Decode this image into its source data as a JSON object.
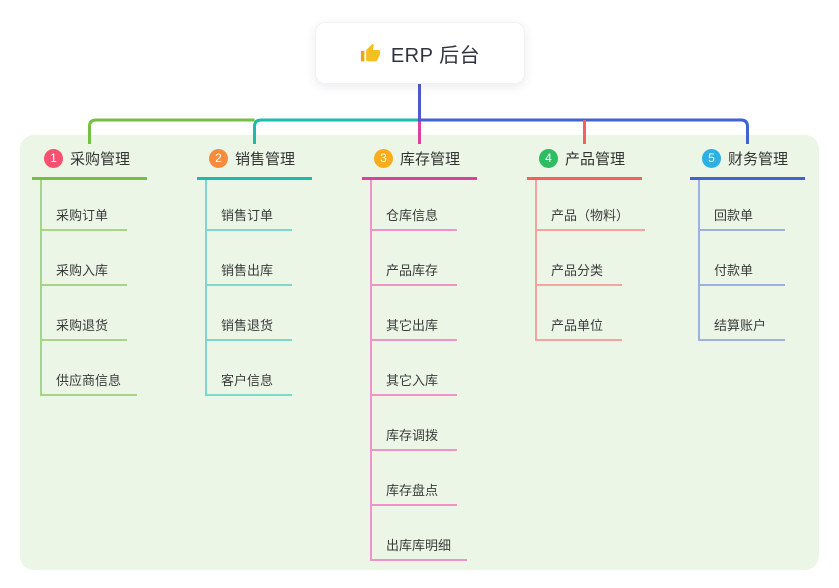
{
  "root": {
    "icon": "thumbs-up",
    "label": "ERP 后台"
  },
  "canvas_bg": "#ebf6e6",
  "connectors": {
    "root_line": "#5058cf",
    "branch1_elbow": "#76c041",
    "branch2_elbow": "#1bbcae",
    "branch3_drop": "#d8419e",
    "branch4_drop": "#f75f5f",
    "branch5_elbow": "#3f63d2"
  },
  "branches": [
    {
      "badge": "1",
      "label": "采购管理",
      "colors": {
        "strong": "#76c041",
        "light": "#a8d489",
        "badge": "#f6516e"
      },
      "children": [
        "采购订单",
        "采购入库",
        "采购退货",
        "供应商信息"
      ]
    },
    {
      "badge": "2",
      "label": "销售管理",
      "colors": {
        "strong": "#1bbcae",
        "light": "#7fd6cb",
        "badge": "#f98b3d"
      },
      "children": [
        "销售订单",
        "销售出库",
        "销售退货",
        "客户信息"
      ]
    },
    {
      "badge": "3",
      "label": "库存管理",
      "colors": {
        "strong": "#d8419e",
        "light": "#ef94c9",
        "badge": "#fbac1b"
      },
      "children": [
        "仓库信息",
        "产品库存",
        "其它出库",
        "其它入库",
        "库存调拨",
        "库存盘点",
        "出库库明细"
      ]
    },
    {
      "badge": "4",
      "label": "产品管理",
      "colors": {
        "strong": "#f75f5f",
        "light": "#f7a29f",
        "badge": "#2ebd63"
      },
      "children": [
        "产品（物料）",
        "产品分类",
        "产品单位"
      ]
    },
    {
      "badge": "5",
      "label": "财务管理",
      "colors": {
        "strong": "#3f63d2",
        "light": "#9cb0e3",
        "badge": "#2bb1e5"
      },
      "children": [
        "回款单",
        "付款单",
        "结算账户"
      ]
    }
  ]
}
